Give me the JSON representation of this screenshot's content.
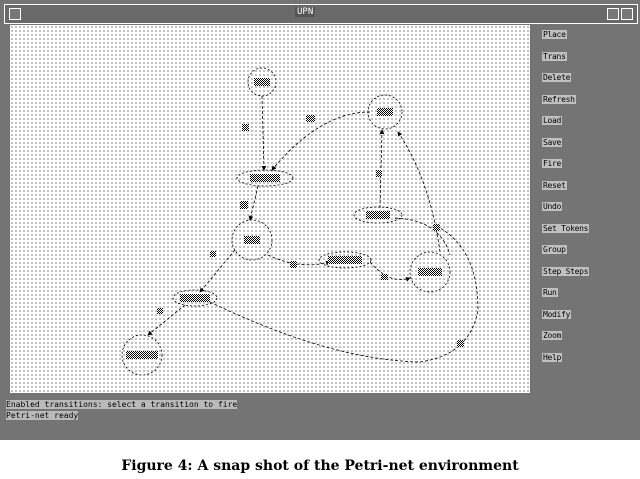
{
  "window": {
    "title": "UPN"
  },
  "menu": {
    "items": [
      {
        "label": "Place"
      },
      {
        "label": "Trans"
      },
      {
        "label": "Delete"
      },
      {
        "label": "Refresh"
      },
      {
        "label": "Load"
      },
      {
        "label": "Save"
      },
      {
        "label": "Fire"
      },
      {
        "label": "Reset"
      },
      {
        "label": "Undo"
      },
      {
        "label": "Set Tokens"
      },
      {
        "label": "Group"
      },
      {
        "label": "Step Steps"
      },
      {
        "label": "Run"
      },
      {
        "label": "Modify"
      },
      {
        "label": "Zoom"
      },
      {
        "label": "Help"
      }
    ]
  },
  "status": {
    "line1": "Enabled transitions: select a transition to fire",
    "line2": "Petri-net ready"
  },
  "caption": "Figure 4: A snap shot of the Petri-net environment"
}
